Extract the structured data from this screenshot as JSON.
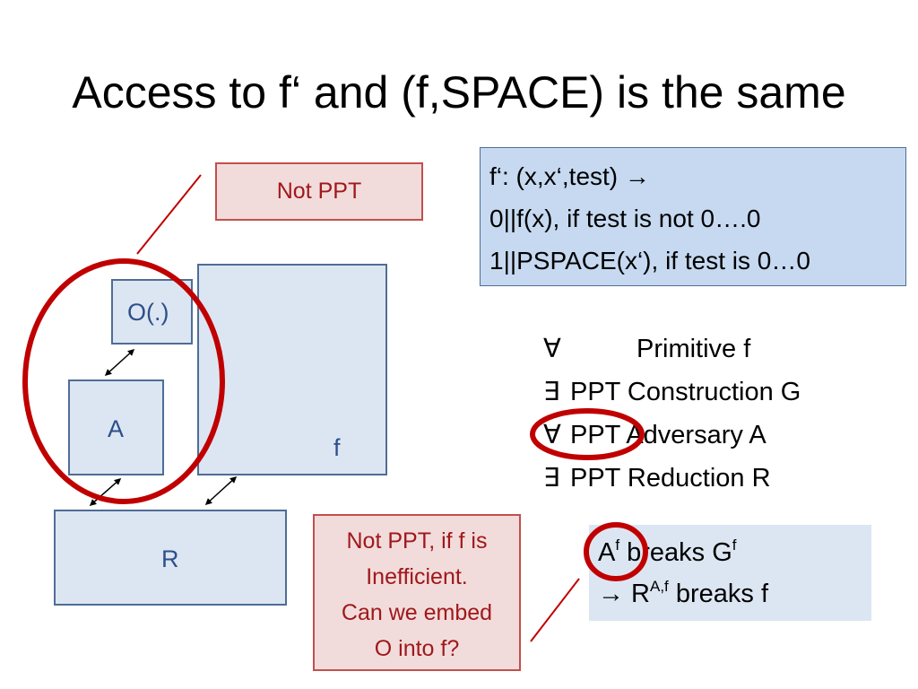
{
  "slide": {
    "title": "Access to f‘ and (f,SPACE) is the same"
  },
  "diagram": {
    "box_O": "O(.)",
    "box_A": "A",
    "box_f": "f",
    "box_R": "R",
    "callout_not_ppt": "Not PPT",
    "callout_inefficient": [
      "Not PPT, if f is",
      "Inefficient.",
      "Can we embed",
      "O into f?"
    ]
  },
  "definition_box": {
    "lines": [
      "f‘: (x,x‘,test) →",
      "0||f(x), if test is not 0….0",
      "1||PSPACE(x‘), if test is 0…0"
    ]
  },
  "quantifiers": [
    {
      "symbol": "∀",
      "text": "Primitive f"
    },
    {
      "symbol": "∃",
      "text": "PPT Construction G"
    },
    {
      "symbol": "∀",
      "text": "PPT Adversary A"
    },
    {
      "symbol": "∃",
      "text": "PPT Reduction R"
    }
  ],
  "breaks_box": {
    "line1_a": "A",
    "line1_a_sup": "f",
    "line1_mid": " breaks G",
    "line1_g_sup": "f",
    "line2_arrow": "→",
    "line2_r": " R",
    "line2_r_sup": "A,f",
    "line2_end": " breaks f"
  },
  "colors": {
    "circle_red": "#c00000",
    "box_blue_fill": "#dce6f2",
    "box_blue_border": "#4f6d96",
    "callout_fill": "#f2dcdb",
    "callout_text": "#a0181b",
    "definition_fill": "#c6d9f1"
  }
}
